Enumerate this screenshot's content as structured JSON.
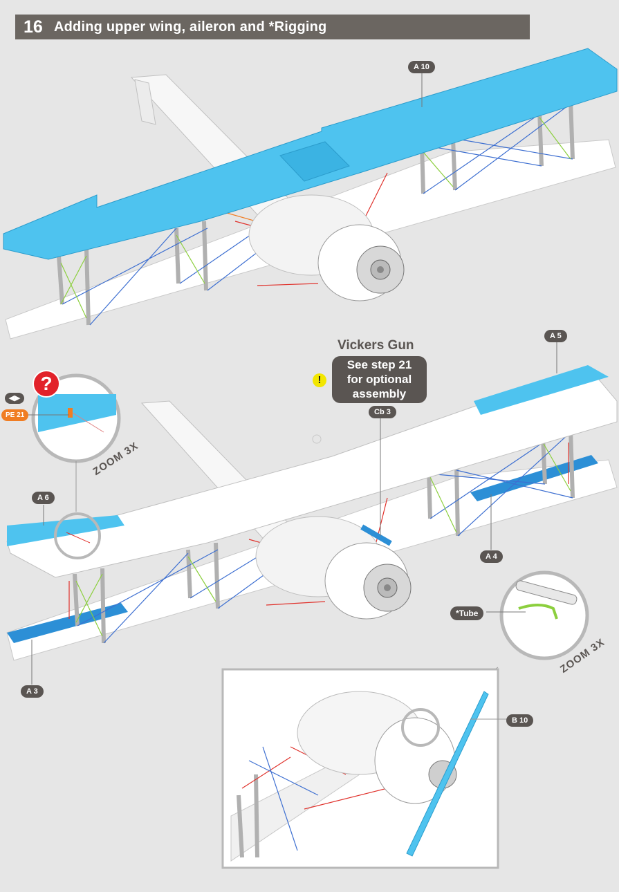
{
  "header": {
    "step_number": "16",
    "title": "Adding upper wing, aileron and *Rigging"
  },
  "callouts": {
    "a10": "A 10",
    "a5": "A 5",
    "a6": "A 6",
    "a4": "A 4",
    "a3": "A 3",
    "cb3": "Cb 3",
    "pe21": "PE 21",
    "tube": "*Tube",
    "b10": "B 10"
  },
  "note": {
    "title": "Vickers Gun",
    "lines": [
      "See step 21",
      "for optional",
      "assembly"
    ],
    "warn_symbol": "!"
  },
  "zoom": {
    "left_label": "ZOOM 3X",
    "right_label": "ZOOM 3X"
  },
  "icons": {
    "question_symbol": "?",
    "flip_symbol": "◀▶"
  },
  "colors": {
    "header_bg": "#6b6661",
    "wing_blue": "#4ec3ef",
    "part_dark_blue": "#2c8fd6",
    "callout_bg": "#5a5552",
    "pe_orange": "#f07d23",
    "rigging_blue": "#3d6fd1",
    "rigging_green": "#8ccf3e",
    "rigging_red": "#e0312b"
  }
}
